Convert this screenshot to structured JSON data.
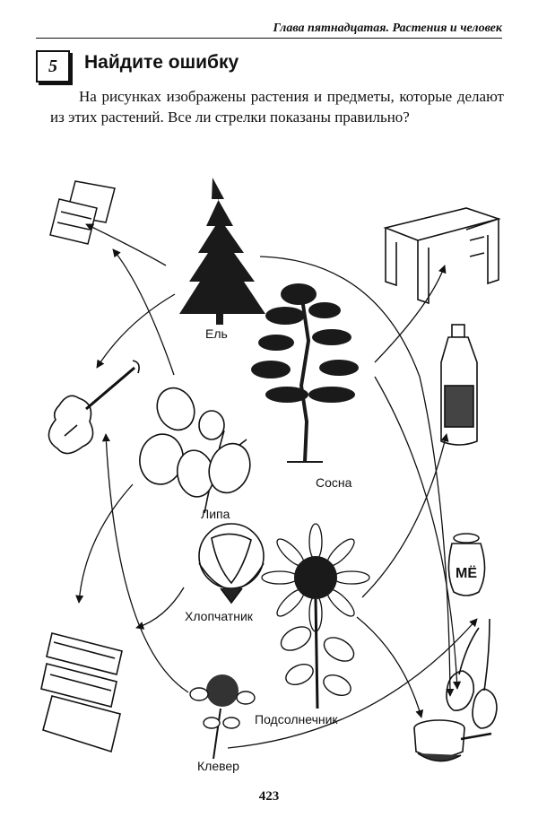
{
  "header": {
    "running_head": "Глава пятнадцатая. Растения и человек"
  },
  "task": {
    "number": "5",
    "title": "Найдите ошибку",
    "text": "На рисунках изображены растения и предметы, которые делают из этих растений. Все ли стрелки показаны правильно?"
  },
  "plants": {
    "spruce": "Ель",
    "pine": "Сосна",
    "linden": "Липа",
    "cotton": "Хлопчатник",
    "sunflower": "Подсолнечник",
    "clover": "Клевер"
  },
  "items": {
    "honey_label": "МЁ"
  },
  "footer": {
    "page_number": "423"
  }
}
